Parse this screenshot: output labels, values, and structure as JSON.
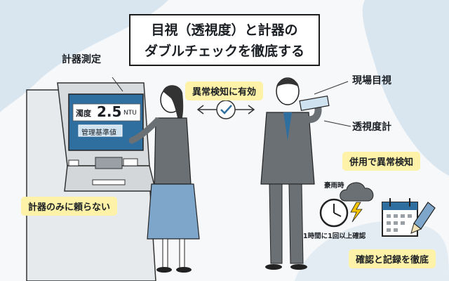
{
  "title": {
    "line1": "目視（透視度）と計器の",
    "line2": "ダブルチェックを徹底する"
  },
  "labels": {
    "instrument_measurement": "計器測定",
    "anomaly_detection_effective": "異常検知に有効",
    "on_site_visual": "現場目視",
    "transparency_meter": "透視度計",
    "combined_detection": "併用で異常検知",
    "dont_rely_on_instruments": "計器のみに頼らない",
    "heavy_rain": "豪雨時",
    "hourly_check": "1時間に1回以上確認",
    "thorough_recording": "確認と記録を徹底"
  },
  "screen": {
    "turbidity_label": "濁度",
    "value": "2.5",
    "unit": "NTU",
    "button": "管理基準値"
  },
  "colors": {
    "accent_yellow": "#fdf2a8",
    "blob_blue": "#d9e6f0",
    "machine_gray": "#e9ecef",
    "screen_blue": "#2f6fa0"
  },
  "icons": [
    "check-icon",
    "clock-icon",
    "storm-cloud-icon",
    "calendar-icon",
    "pencil-icon",
    "arrow-icon"
  ]
}
